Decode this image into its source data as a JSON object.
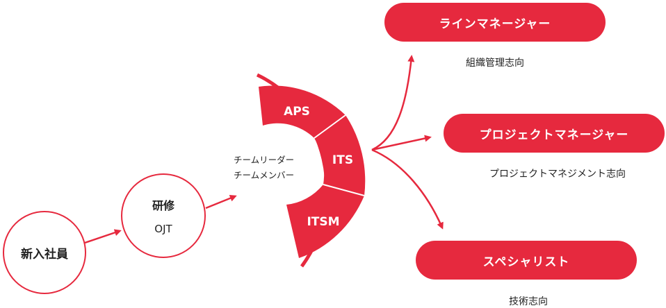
{
  "colors": {
    "accent": "#e6293e",
    "text": "#222222",
    "background": "#ffffff"
  },
  "steps": {
    "new_employee": "新入社員",
    "training_title": "研修",
    "training_sub": "OJT",
    "team_line1": "チームリーダー",
    "team_line2": "チームメンバー"
  },
  "arc_segments": [
    "APS",
    "ITS",
    "ITSM"
  ],
  "careers": [
    {
      "title": "ラインマネージャー",
      "caption": "組織管理志向"
    },
    {
      "title": "プロジェクトマネージャー",
      "caption": "プロジェクトマネジメント志向"
    },
    {
      "title": "スペシャリスト",
      "caption": "技術志向"
    }
  ]
}
